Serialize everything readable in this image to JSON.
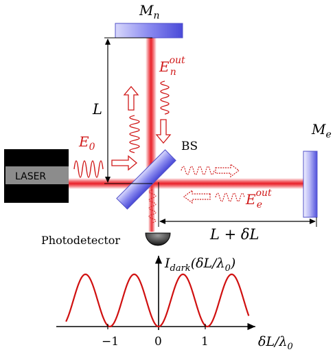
{
  "labels": {
    "mirror_n": "M",
    "mirror_n_sub": "n",
    "mirror_e": "M",
    "mirror_e_sub": "e",
    "arm_length": "L",
    "arm_length_e": "L + δL",
    "field_in": "E",
    "field_in_sub": "0",
    "field_n": "E",
    "field_n_sub": "n",
    "field_n_sup": "out",
    "field_e": "E",
    "field_e_sub": "e",
    "field_e_sup": "out",
    "beamsplitter": "BS",
    "laser": "LASER",
    "detector": "Photodetector"
  },
  "graph": {
    "ylabel_main": "I",
    "ylabel_sub": "dark",
    "ylabel_arg": "(δL/λ",
    "ylabel_arg_sub": "0",
    "ylabel_close": ")",
    "xlabel_main": "δL/λ",
    "xlabel_sub": "0",
    "xticks": [
      "−1",
      "0",
      "1"
    ]
  },
  "colors": {
    "beam": "#e8202a",
    "mirror": "#6f6fe8",
    "laser_body": "#000000",
    "laser_label_bg": "#8c8c8c",
    "curve": "#d01010"
  }
}
